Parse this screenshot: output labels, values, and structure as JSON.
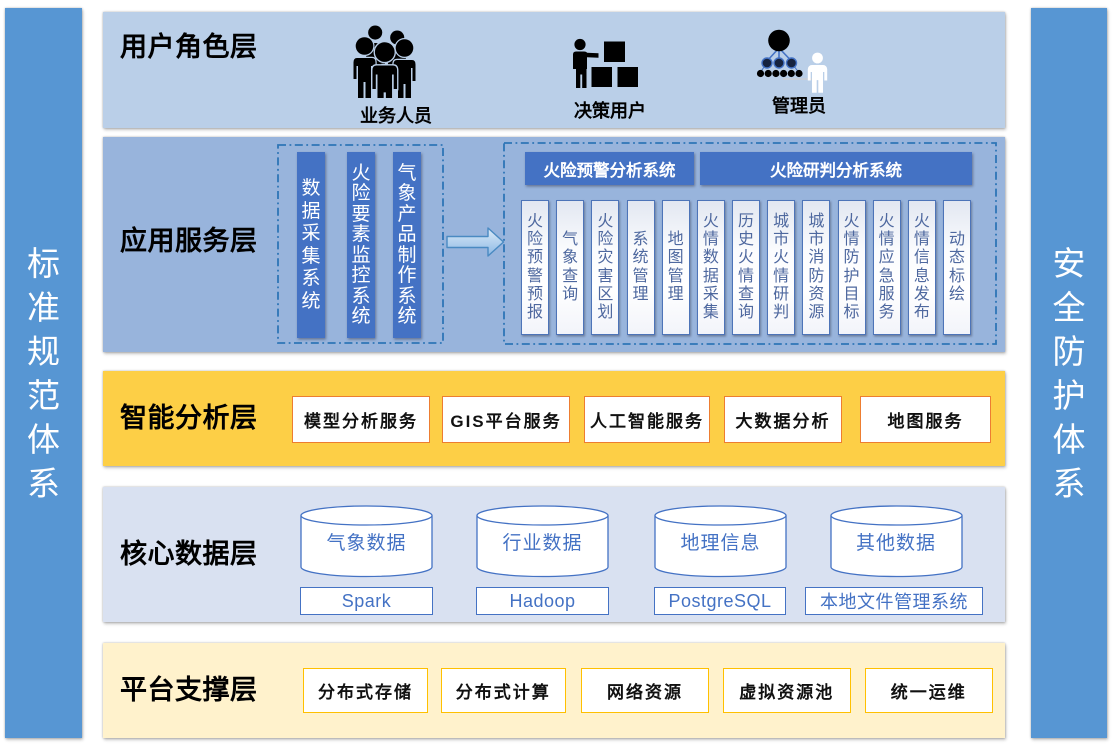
{
  "colors": {
    "rail_blue": "#5796d3",
    "band_user": "#bacfe8",
    "band_app": "#98b4dc",
    "band_ai": "#fdcf46",
    "band_data": "#d9e1f1",
    "band_platform": "#fff2cc",
    "dark_blue_block": "#4472c4",
    "orange_border": "#ed7d31",
    "gold_border": "#ffc000",
    "module_text": "#4e689f",
    "dashed_border": "#2e75b6"
  },
  "side_rails": {
    "left": "标准规范体系",
    "right": "安全防护体系"
  },
  "layers": {
    "user_role": {
      "label": "用户角色层",
      "roles": [
        {
          "label": "业务人员",
          "icon": "people-group-icon"
        },
        {
          "label": "决策用户",
          "icon": "person-blocks-icon"
        },
        {
          "label": "管理员",
          "icon": "org-chart-admin-icon"
        }
      ]
    },
    "app_service": {
      "label": "应用服务层",
      "source_systems": [
        "数据采集系统",
        "火险要素监控系统",
        "气象产品制作系统"
      ],
      "arrow_icon": "right-arrow-icon",
      "system_groups": [
        {
          "title": "火险预警分析系统",
          "modules": [
            "火险预警预报",
            "气象查询",
            "火险灾害区划",
            "系统管理",
            "地图管理"
          ]
        },
        {
          "title": "火险研判分析系统",
          "modules": [
            "火情数据采集",
            "历史火情查询",
            "城市火情研判",
            "城市消防资源",
            "火情防护目标",
            "火情应急服务",
            "火情信息发布",
            "动态标绘"
          ]
        }
      ]
    },
    "intelligent_analysis": {
      "label": "智能分析层",
      "services": [
        "模型分析服务",
        "GIS平台服务",
        "人工智能服务",
        "大数据分析",
        "地图服务"
      ]
    },
    "core_data": {
      "label": "核心数据层",
      "datastores": [
        {
          "cylinder": "气象数据",
          "engine": "Spark"
        },
        {
          "cylinder": "行业数据",
          "engine": "Hadoop"
        },
        {
          "cylinder": "地理信息",
          "engine": "PostgreSQL"
        },
        {
          "cylinder": "其他数据",
          "engine": "本地文件管理系统"
        }
      ]
    },
    "platform_support": {
      "label": "平台支撑层",
      "resources": [
        "分布式存储",
        "分布式计算",
        "网络资源",
        "虚拟资源池",
        "统一运维"
      ]
    }
  }
}
